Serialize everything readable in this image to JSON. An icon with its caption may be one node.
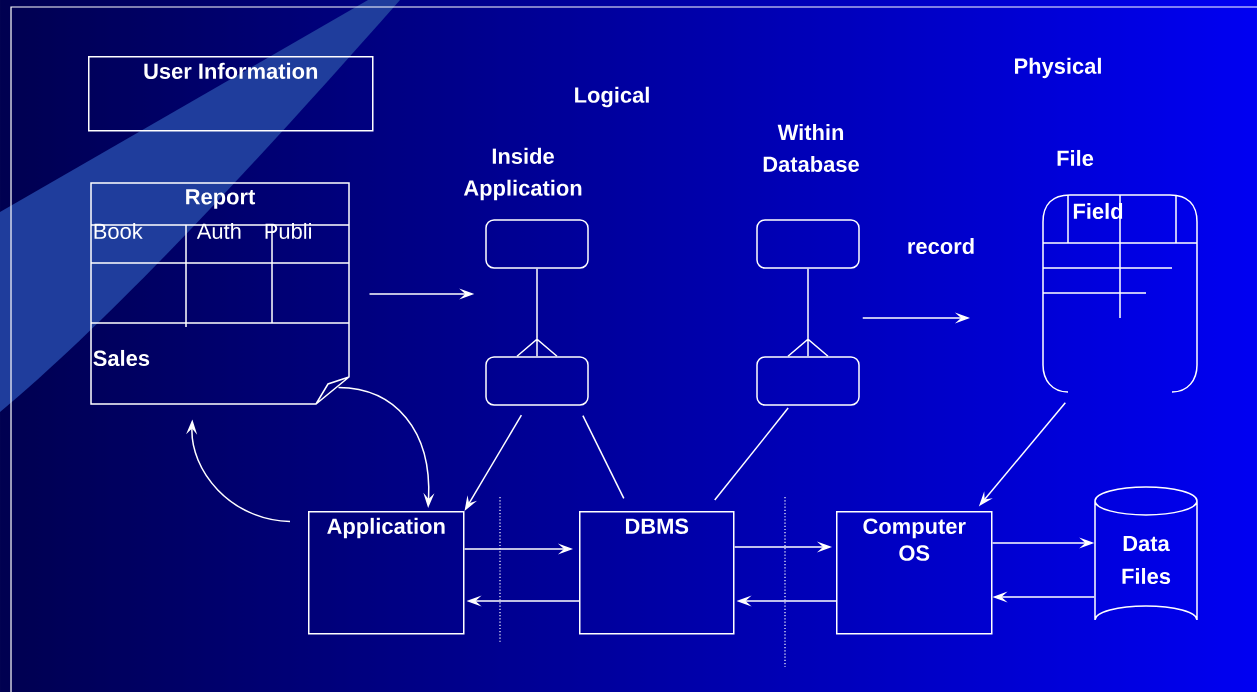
{
  "diagram": {
    "nodes": [
      {
        "text": [
          "User Information"
        ]
      },
      {
        "text": [
          "Report",
          "Book",
          "Auth",
          "Publi",
          "Sales"
        ]
      },
      {
        "text": [],
        "shape": "box"
      },
      {
        "text": [],
        "shape": "box"
      },
      {
        "text": [],
        "shape": "box"
      },
      {
        "text": [],
        "shape": "box"
      },
      {
        "text": [
          "File",
          "Field"
        ]
      },
      {
        "text": [
          "Application"
        ]
      },
      {
        "text": [
          "DBMS"
        ]
      },
      {
        "text": [
          "Computer OS"
        ]
      },
      {
        "text": [
          "Data Files"
        ]
      }
    ],
    "edges": [
      {
        "from": 1,
        "to": 2,
        "arrow": "to"
      },
      {
        "from": 2,
        "to": 3,
        "arrow": "other"
      },
      {
        "from": 4,
        "to": 5,
        "arrow": "other"
      },
      {
        "from": 5,
        "to": 6,
        "arrow": "to"
      },
      {
        "from": 1,
        "to": 7,
        "arrow": "to"
      },
      {
        "from": 7,
        "to": 1,
        "arrow": "to"
      },
      {
        "from": 3,
        "to": 7,
        "arrow": "to"
      },
      {
        "from": 3,
        "to": 8,
        "arrow": "none"
      },
      {
        "from": 5,
        "to": 8,
        "arrow": "none"
      },
      {
        "from": 6,
        "to": 9,
        "arrow": "to"
      },
      {
        "from": 7,
        "to": 8,
        "arrow": "to"
      },
      {
        "from": 8,
        "to": 7,
        "arrow": "to"
      },
      {
        "from": 8,
        "to": 9,
        "arrow": "to"
      },
      {
        "from": 9,
        "to": 8,
        "arrow": "to"
      },
      {
        "from": 9,
        "to": 10,
        "arrow": "to"
      },
      {
        "from": 10,
        "to": 9,
        "arrow": "to"
      }
    ],
    "labels": [
      "Physical",
      "Logical",
      "Within Database",
      "Inside Application",
      "record"
    ]
  }
}
